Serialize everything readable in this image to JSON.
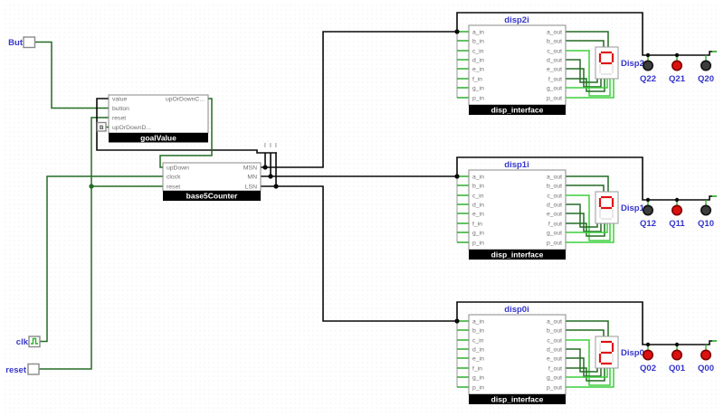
{
  "colors": {
    "wire_black": "#0a0a0a",
    "wire_dark_green": "#246b24",
    "wire_bright_green": "#3ccf3c",
    "stub_green": "#2faf2f",
    "bus_gray": "#ababab",
    "label_blue": "#3535cc",
    "led_on": "#dd1111",
    "led_on_ring": "#7a0000",
    "led_off": "#3d3d3d",
    "led_off_ring": "#111111",
    "segment_on": "#e01010",
    "segment_off": "#e8e8e8",
    "block_border": "#8a8a8a",
    "pin_text": "#6e6e6e",
    "title_bar_bg": "#000000",
    "title_bar_fg": "#ffffff"
  },
  "input_pins": {
    "but": {
      "label": "But"
    },
    "clk": {
      "label": "clk"
    },
    "reset": {
      "label": "reset"
    }
  },
  "probe": {
    "label": "B"
  },
  "goal_value": {
    "title": "goalValue",
    "pins_left": [
      "value",
      "button",
      "reset",
      "upOrDownD..."
    ],
    "pins_right": [
      "upOrDownC..."
    ]
  },
  "base5_counter": {
    "title": "base5Counter",
    "pins_left": [
      "upDown",
      "clock",
      "reset"
    ],
    "pins_right": [
      "MSN",
      "MN",
      "LSN"
    ]
  },
  "disp_blocks": [
    {
      "name": "disp2i",
      "title": "disp_interface",
      "inputs": [
        "a_in",
        "b_in",
        "c_in",
        "d_in",
        "e_in",
        "f_in",
        "g_in",
        "p_in"
      ],
      "outputs": [
        "a_out",
        "b_out",
        "c_out",
        "d_out",
        "e_out",
        "f_out",
        "g_out",
        "p_out"
      ],
      "display_label": "Disp2",
      "segments_lit": [
        "a",
        "b",
        "f",
        "g"
      ],
      "leds": [
        {
          "label": "Q22",
          "state": "off"
        },
        {
          "label": "Q21",
          "state": "on"
        },
        {
          "label": "Q20",
          "state": "off"
        }
      ]
    },
    {
      "name": "disp1i",
      "title": "disp_interface",
      "inputs": [
        "a_in",
        "b_in",
        "c_in",
        "d_in",
        "e_in",
        "f_in",
        "g_in",
        "p_in"
      ],
      "outputs": [
        "a_out",
        "b_out",
        "c_out",
        "d_out",
        "e_out",
        "f_out",
        "g_out",
        "p_out"
      ],
      "display_label": "Disp1",
      "segments_lit": [
        "a",
        "b",
        "f",
        "g"
      ],
      "leds": [
        {
          "label": "Q12",
          "state": "off"
        },
        {
          "label": "Q11",
          "state": "on"
        },
        {
          "label": "Q10",
          "state": "off"
        }
      ]
    },
    {
      "name": "disp0i",
      "title": "disp_interface",
      "inputs": [
        "a_in",
        "b_in",
        "c_in",
        "d_in",
        "e_in",
        "f_in",
        "g_in",
        "p_in"
      ],
      "outputs": [
        "a_out",
        "b_out",
        "c_out",
        "d_out",
        "e_out",
        "f_out",
        "g_out",
        "p_out"
      ],
      "display_label": "Disp0",
      "segments_lit": [
        "a",
        "b",
        "d",
        "e",
        "g"
      ],
      "leds": [
        {
          "label": "Q02",
          "state": "on"
        },
        {
          "label": "Q01",
          "state": "on"
        },
        {
          "label": "Q00",
          "state": "on"
        }
      ]
    }
  ]
}
